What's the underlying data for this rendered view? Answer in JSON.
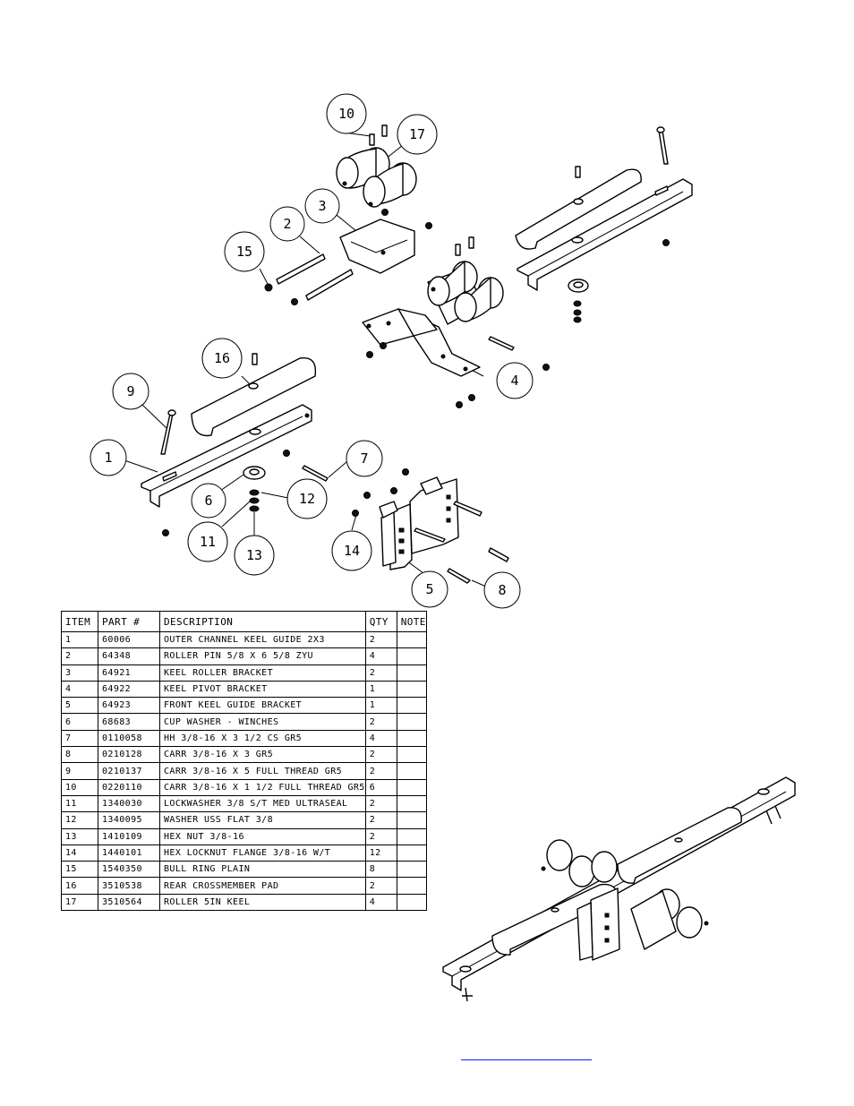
{
  "callouts": [
    "1",
    "2",
    "3",
    "4",
    "5",
    "6",
    "7",
    "8",
    "9",
    "10",
    "11",
    "12",
    "13",
    "14",
    "15",
    "16",
    "17"
  ],
  "bom": {
    "headers": [
      "ITEM",
      "PART #",
      "DESCRIPTION",
      "QTY",
      "NOTE"
    ],
    "rows": [
      {
        "item": "1",
        "part": "60006",
        "desc": "OUTER CHANNEL KEEL GUIDE 2X3",
        "qty": "2",
        "note": ""
      },
      {
        "item": "2",
        "part": "64348",
        "desc": "ROLLER PIN  5/8 X 6 5/8 ZYU",
        "qty": "4",
        "note": ""
      },
      {
        "item": "3",
        "part": "64921",
        "desc": "KEEL ROLLER BRACKET",
        "qty": "2",
        "note": ""
      },
      {
        "item": "4",
        "part": "64922",
        "desc": "KEEL PIVOT BRACKET",
        "qty": "1",
        "note": ""
      },
      {
        "item": "5",
        "part": "64923",
        "desc": "FRONT KEEL GUIDE BRACKET",
        "qty": "1",
        "note": ""
      },
      {
        "item": "6",
        "part": "68683",
        "desc": "CUP WASHER - WINCHES",
        "qty": "2",
        "note": ""
      },
      {
        "item": "7",
        "part": "0110058",
        "desc": "HH 3/8-16 X 3 1/2 CS GR5",
        "qty": "4",
        "note": ""
      },
      {
        "item": "8",
        "part": "0210128",
        "desc": "CARR 3/8-16 X 3 GR5",
        "qty": "2",
        "note": ""
      },
      {
        "item": "9",
        "part": "0210137",
        "desc": "CARR 3/8-16 X 5 FULL THREAD GR5",
        "qty": "2",
        "note": ""
      },
      {
        "item": "10",
        "part": "0220110",
        "desc": "CARR 3/8-16 X 1 1/2 FULL THREAD GR5",
        "qty": "6",
        "note": ""
      },
      {
        "item": "11",
        "part": "1340030",
        "desc": "LOCKWASHER 3/8 S/T MED ULTRASEAL",
        "qty": "2",
        "note": ""
      },
      {
        "item": "12",
        "part": "1340095",
        "desc": "WASHER USS FLAT 3/8",
        "qty": "2",
        "note": ""
      },
      {
        "item": "13",
        "part": "1410109",
        "desc": "HEX NUT 3/8-16",
        "qty": "2",
        "note": ""
      },
      {
        "item": "14",
        "part": "1440101",
        "desc": "HEX LOCKNUT FLANGE 3/8-16 W/T",
        "qty": "12",
        "note": ""
      },
      {
        "item": "15",
        "part": "1540350",
        "desc": "BULL RING PLAIN",
        "qty": "8",
        "note": ""
      },
      {
        "item": "16",
        "part": "3510538",
        "desc": "REAR CROSSMEMBER PAD",
        "qty": "2",
        "note": ""
      },
      {
        "item": "17",
        "part": "3510564",
        "desc": "ROLLER 5IN KEEL",
        "qty": "4",
        "note": ""
      }
    ]
  }
}
